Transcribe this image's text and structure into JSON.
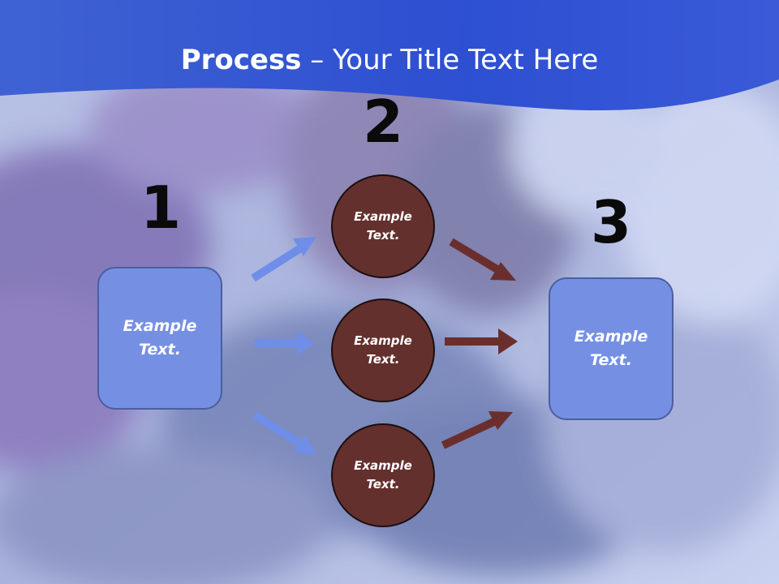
{
  "title": {
    "strong": "Process",
    "rest": " – Your Title Text Here"
  },
  "stages": [
    {
      "number": "1"
    },
    {
      "number": "2"
    },
    {
      "number": "3"
    }
  ],
  "left_box": {
    "line1": "Example",
    "line2": "Text."
  },
  "circles": [
    {
      "line1": "Example",
      "line2": "Text."
    },
    {
      "line1": "Example",
      "line2": "Text."
    },
    {
      "line1": "Example",
      "line2": "Text."
    }
  ],
  "right_box": {
    "line1": "Example",
    "line2": "Text."
  },
  "colors": {
    "header_blue": "#2d4fd1",
    "box_fill": "#7590e3",
    "circle_fill": "#64302e",
    "arrow_blue": "#6f8ee8",
    "arrow_brown": "#6a2f2d"
  }
}
